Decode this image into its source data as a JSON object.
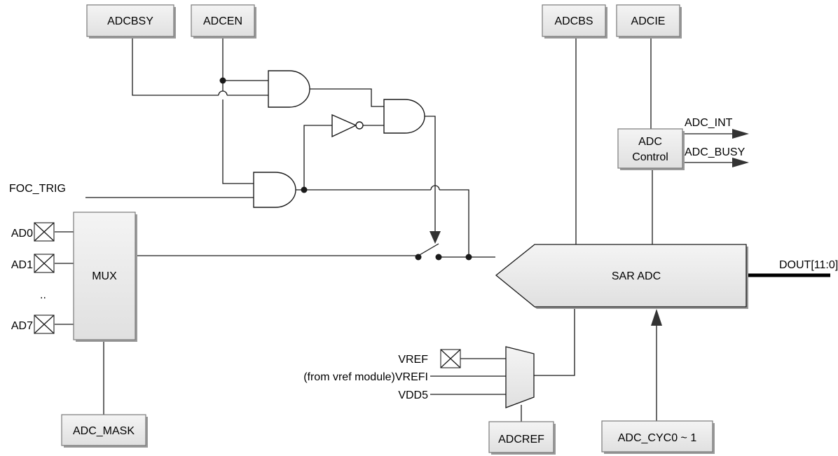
{
  "registers": {
    "adcbsy": "ADCBSY",
    "adcen": "ADCEN",
    "adcbs": "ADCBS",
    "adcie": "ADCIE",
    "adc_mask": "ADC_MASK",
    "adcref": "ADCREF",
    "adc_cyc": "ADC_CYC0 ~ 1"
  },
  "signals": {
    "foc_trig": "FOC_TRIG",
    "adc_int": "ADC_INT",
    "adc_busy": "ADC_BUSY",
    "dout": "DOUT[11:0]",
    "vref": "VREF",
    "vrefi": "(from vref module)VREFI",
    "vdd5": "VDD5"
  },
  "pins": {
    "ad0": "AD0",
    "ad1": "AD1",
    "ellipsis": "..",
    "ad7": "AD7"
  },
  "blocks": {
    "mux": "MUX",
    "sar_adc": "SAR ADC",
    "adc_control_line1": "ADC",
    "adc_control_line2": "Control"
  }
}
